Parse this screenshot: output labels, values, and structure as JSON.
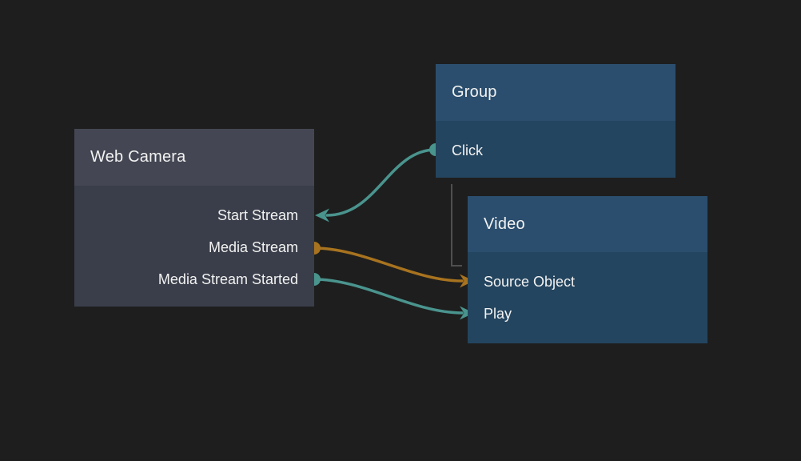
{
  "colors": {
    "background": "#1e1e1e",
    "teal": "#4a948e",
    "orange": "#a8731f",
    "gray-link": "#4f4f4f",
    "gray-node-header": "#444753",
    "gray-node-body": "#3a3e4a",
    "blue-node-header": "#2b4e6e",
    "blue-node-body": "#24455f",
    "text": "#f2f2f2"
  },
  "nodes": {
    "web_camera": {
      "title": "Web Camera",
      "ports": [
        {
          "label": "Start Stream"
        },
        {
          "label": "Media Stream"
        },
        {
          "label": "Media Stream Started"
        }
      ]
    },
    "group": {
      "title": "Group",
      "ports": [
        {
          "label": "Click"
        }
      ]
    },
    "video": {
      "title": "Video",
      "ports": [
        {
          "label": "Source Object"
        },
        {
          "label": "Play"
        }
      ]
    }
  },
  "connections": [
    {
      "from": "Group / Click",
      "to": "Web Camera / Start Stream",
      "color": "#4a948e"
    },
    {
      "from": "Web Camera / Media Stream",
      "to": "Video / Source Object",
      "color": "#a8731f"
    },
    {
      "from": "Web Camera / Media Stream Started",
      "to": "Video / Play",
      "color": "#4a948e"
    },
    {
      "from": "Group",
      "to": "Video",
      "color": "#4f4f4f",
      "style": "elbow-parent-link"
    }
  ]
}
